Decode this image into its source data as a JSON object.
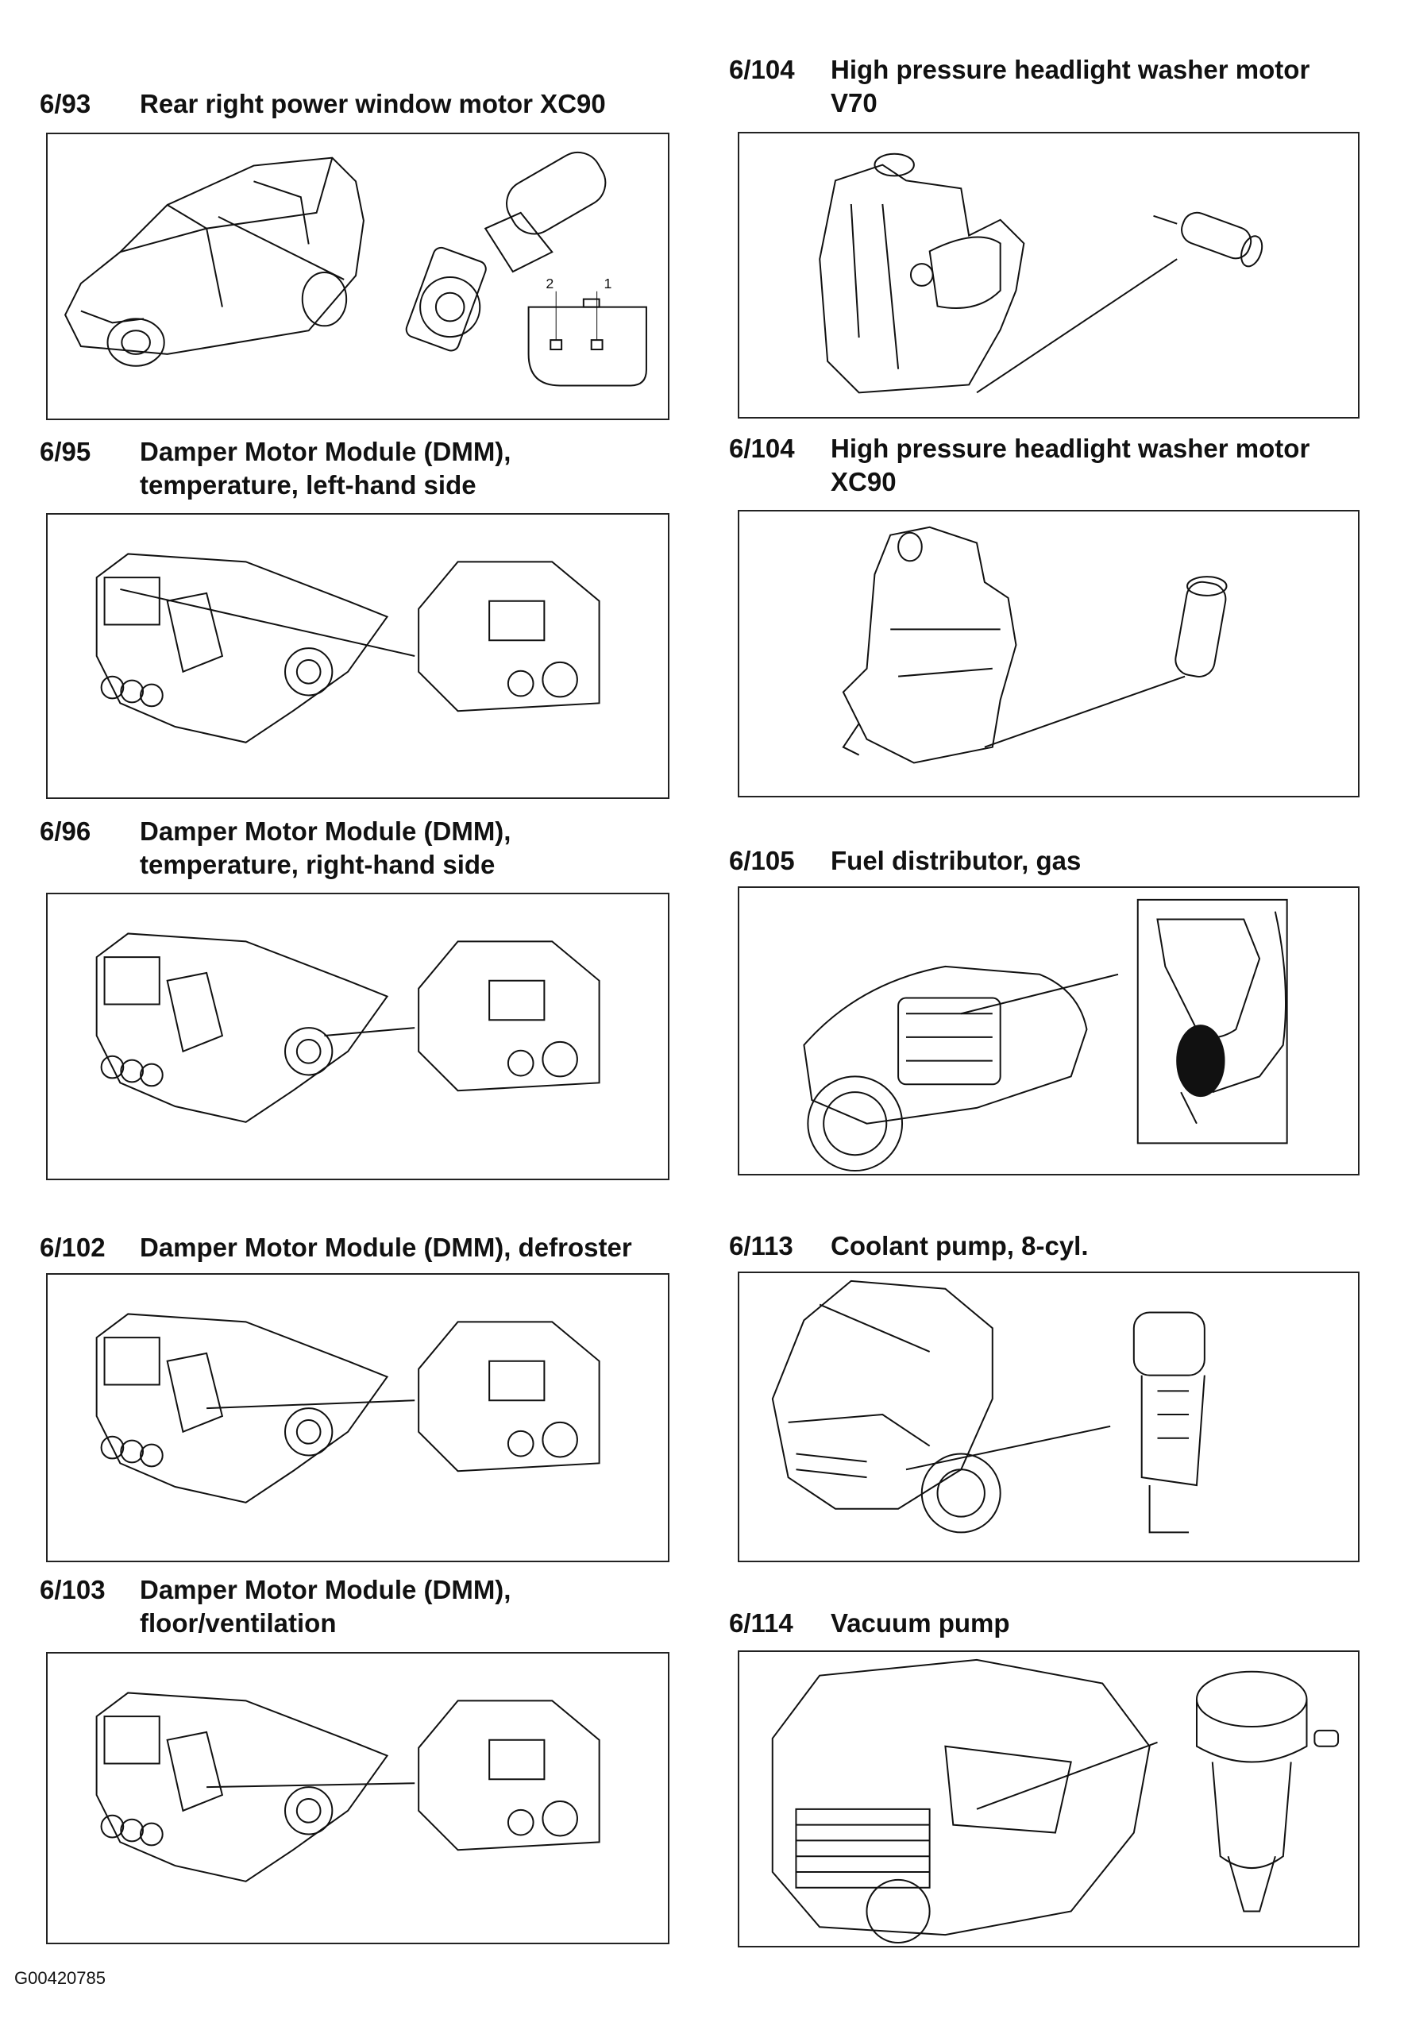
{
  "items": [
    {
      "num": "6/93",
      "lines": [
        "Rear right power window motor XC90"
      ]
    },
    {
      "num": "6/95",
      "lines": [
        "Damper Motor Module (DMM),",
        "temperature, left-hand side"
      ]
    },
    {
      "num": "6/96",
      "lines": [
        "Damper Motor Module (DMM),",
        "temperature, right-hand side"
      ]
    },
    {
      "num": "6/102",
      "lines": [
        "Damper Motor Module (DMM), defroster"
      ]
    },
    {
      "num": "6/103",
      "lines": [
        "Damper Motor Module (DMM),",
        "floor/ventilation"
      ]
    },
    {
      "num": "6/104",
      "lines": [
        "High pressure headlight washer motor",
        "V70"
      ]
    },
    {
      "num": "6/104",
      "lines": [
        "High pressure headlight washer motor",
        "XC90"
      ]
    },
    {
      "num": "6/105",
      "lines": [
        "Fuel distributor, gas"
      ]
    },
    {
      "num": "6/113",
      "lines": [
        "Coolant pump, 8-cyl."
      ]
    },
    {
      "num": "6/114",
      "lines": [
        "Vacuum pump"
      ]
    }
  ],
  "connector_pins": [
    "2",
    "1"
  ],
  "figure_code": "G00420785"
}
